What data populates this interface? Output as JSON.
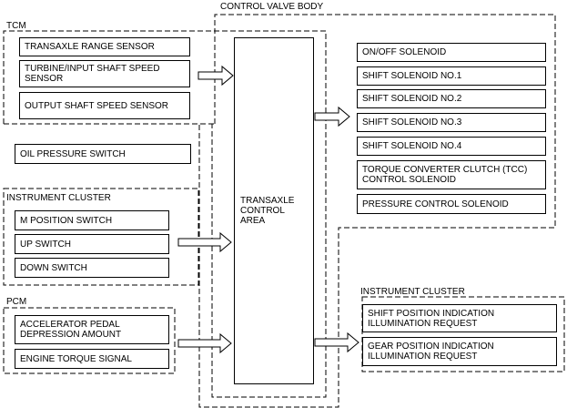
{
  "groups": {
    "control_valve_body": "CONTROL VALVE BODY",
    "tcm": "TCM",
    "instrument_cluster_in": "INSTRUMENT CLUSTER",
    "pcm": "PCM",
    "instrument_cluster_out": "INSTRUMENT CLUSTER"
  },
  "tcm_inputs": [
    {
      "line1": "TRANSAXLE RANGE SENSOR",
      "line2": ""
    },
    {
      "line1": "TURBINE/INPUT SHAFT SPEED",
      "line2": "SENSOR"
    },
    {
      "line1": "OUTPUT SHAFT SPEED SENSOR",
      "line2": ""
    }
  ],
  "valve_body_input": "OIL PRESSURE SWITCH",
  "cluster_inputs": [
    "M POSITION SWITCH",
    "UP SWITCH",
    "DOWN SWITCH"
  ],
  "pcm_inputs": [
    {
      "line1": "ACCELERATOR PEDAL",
      "line2": "DEPRESSION AMOUNT"
    },
    {
      "line1": "ENGINE TORQUE SIGNAL",
      "line2": ""
    }
  ],
  "control_area": {
    "line1": "TRANSAXLE",
    "line2": "CONTROL",
    "line3": "AREA"
  },
  "solenoids": [
    {
      "line1": "ON/OFF SOLENOID",
      "line2": ""
    },
    {
      "line1": "SHIFT SOLENOID NO.1",
      "line2": ""
    },
    {
      "line1": "SHIFT SOLENOID NO.2",
      "line2": ""
    },
    {
      "line1": "SHIFT SOLENOID NO.3",
      "line2": ""
    },
    {
      "line1": "SHIFT SOLENOID NO.4",
      "line2": ""
    },
    {
      "line1": "TORQUE CONVERTER CLUTCH (TCC)",
      "line2": "CONTROL SOLENOID"
    },
    {
      "line1": "PRESSURE CONTROL SOLENOID",
      "line2": ""
    }
  ],
  "cluster_outputs": [
    {
      "line1": "SHIFT POSITION INDICATION",
      "line2": "ILLUMINATION REQUEST"
    },
    {
      "line1": "GEAR POSITION INDICATION",
      "line2": "ILLUMINATION REQUEST"
    }
  ],
  "colors": {
    "line": "#000000",
    "background": "#ffffff"
  }
}
